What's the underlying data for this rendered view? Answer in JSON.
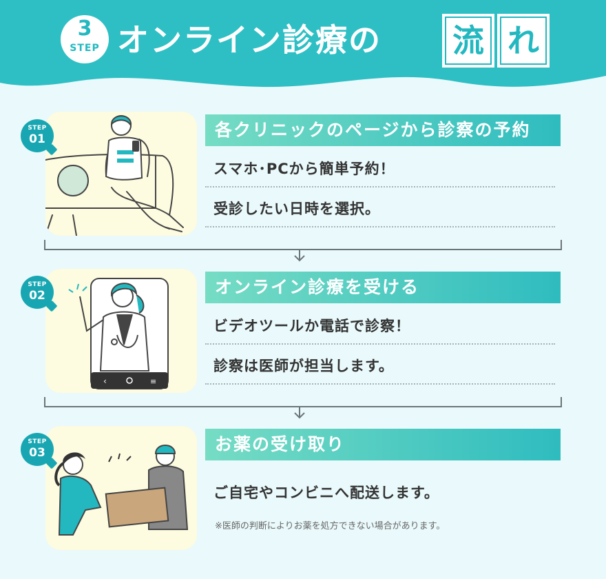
{
  "header": {
    "step_number": "3",
    "step_label": "STEP",
    "title_main": "オンライン診療の",
    "title_box_1": "流",
    "title_box_2": "れ",
    "colors": {
      "banner": "#2ebfc4",
      "accent": "#23b8c0"
    }
  },
  "steps": [
    {
      "label": "STEP",
      "number": "01",
      "title": "各クリニックのページから診察の予約",
      "bullets": [
        "スマホ･PCから簡単予約！",
        "受診したい日時を選択。"
      ],
      "illustration": "woman-on-sofa-with-phone"
    },
    {
      "label": "STEP",
      "number": "02",
      "title": "オンライン診療を受ける",
      "bullets": [
        "ビデオツールか電話で診察！",
        "診察は医師が担当します。"
      ],
      "illustration": "doctor-on-smartphone-screen"
    },
    {
      "label": "STEP",
      "number": "03",
      "title": "お薬の受け取り",
      "bullets": [
        "ご自宅やコンビニへ配送します。"
      ],
      "note": "※医師の判断によりお薬を処方できない場合があります。",
      "illustration": "delivery-person-handing-package"
    }
  ]
}
